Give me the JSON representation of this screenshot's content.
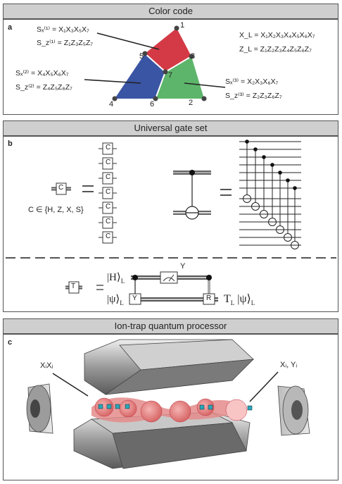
{
  "panel_a": {
    "header": "Color code",
    "label": "a",
    "sx1": "Sₓ⁽¹⁾ = X₁X₃X₅X₇",
    "sz1": "S_z⁽¹⁾ = Z₁Z₃Z₅Z₇",
    "sx2": "Sₓ⁽²⁾ = X₄X₅X₆X₇",
    "sz2": "S_z⁽²⁾ = Z₄Z₅Z₆Z₇",
    "sx3": "Sₓ⁽³⁾ = X₂X₃X₆X₇",
    "sz3": "S_z⁽³⁾ = Z₂Z₃Z₆Z₇",
    "xl": "X_L = X₁X₂X₃X₄X₅X₆X₇",
    "zl": "Z_L = Z₁Z₂Z₃Z₄Z₅Z₆Z₇",
    "qubits": [
      "1",
      "2",
      "3",
      "4",
      "5",
      "6",
      "7"
    ],
    "colors": {
      "red": "#d43a45",
      "blue": "#3a55a4",
      "green": "#5db56b"
    }
  },
  "panel_b": {
    "header": "Universal gate set",
    "label": "b",
    "gate_c": "C",
    "gate_set": "C ∈ {H, Z, X, S}",
    "equals": "=",
    "t_gate": "T",
    "h_state": "|H⟩",
    "h_sub": "L",
    "psi_state": "|ψ⟩",
    "psi_sub": "L",
    "y_label": "Y",
    "y_gate": "Y",
    "r_gate": "R",
    "tl_out": "T",
    "tl_sub": "L",
    "out_psi": "|ψ⟩",
    "out_sub": "L"
  },
  "panel_c": {
    "header": "Ion-trap quantum processor",
    "label": "c",
    "left_label": "XᵢXⱼ",
    "right_label": "Xᵢ, Yᵢ"
  }
}
